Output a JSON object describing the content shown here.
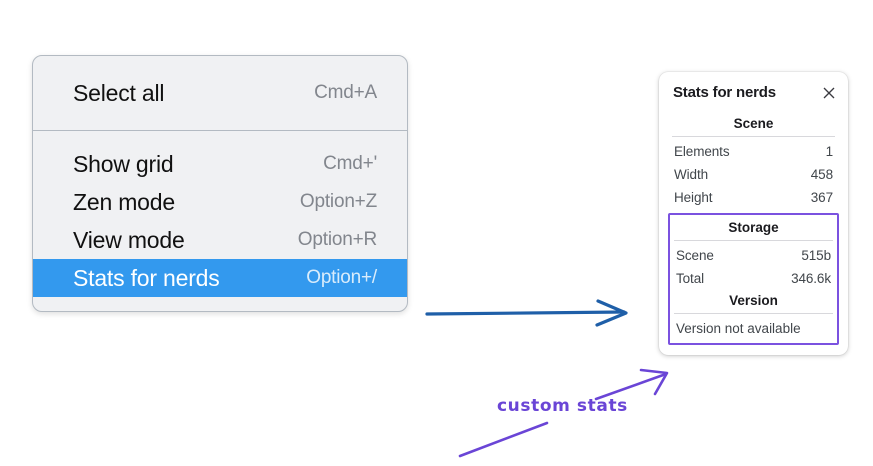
{
  "context_menu": {
    "sections": [
      {
        "items": [
          {
            "label": "Select all",
            "shortcut": "Cmd+A",
            "selected": false
          }
        ]
      },
      {
        "items": [
          {
            "label": "Show grid",
            "shortcut": "Cmd+'",
            "selected": false
          },
          {
            "label": "Zen mode",
            "shortcut": "Option+Z",
            "selected": false
          },
          {
            "label": "View mode",
            "shortcut": "Option+R",
            "selected": false
          },
          {
            "label": "Stats for nerds",
            "shortcut": "Option+/",
            "selected": true
          }
        ]
      }
    ],
    "highlight_color": "#3399ee",
    "background_color": "#f0f1f3"
  },
  "stats_panel": {
    "title": "Stats for nerds",
    "close_icon": "close-icon",
    "scene": {
      "heading": "Scene",
      "rows": [
        {
          "key": "Elements",
          "value": "1"
        },
        {
          "key": "Width",
          "value": "458"
        },
        {
          "key": "Height",
          "value": "367"
        }
      ]
    },
    "storage": {
      "heading": "Storage",
      "rows": [
        {
          "key": "Scene",
          "value": "515b"
        },
        {
          "key": "Total",
          "value": "346.6k"
        }
      ]
    },
    "version": {
      "heading": "Version",
      "text": "Version not available"
    },
    "highlight_border_color": "#7b52e0"
  },
  "annotations": {
    "callout_text": "custom stats",
    "callout_color": "#6a45d6",
    "pointer_arrow_color": "#1f5fa8"
  }
}
